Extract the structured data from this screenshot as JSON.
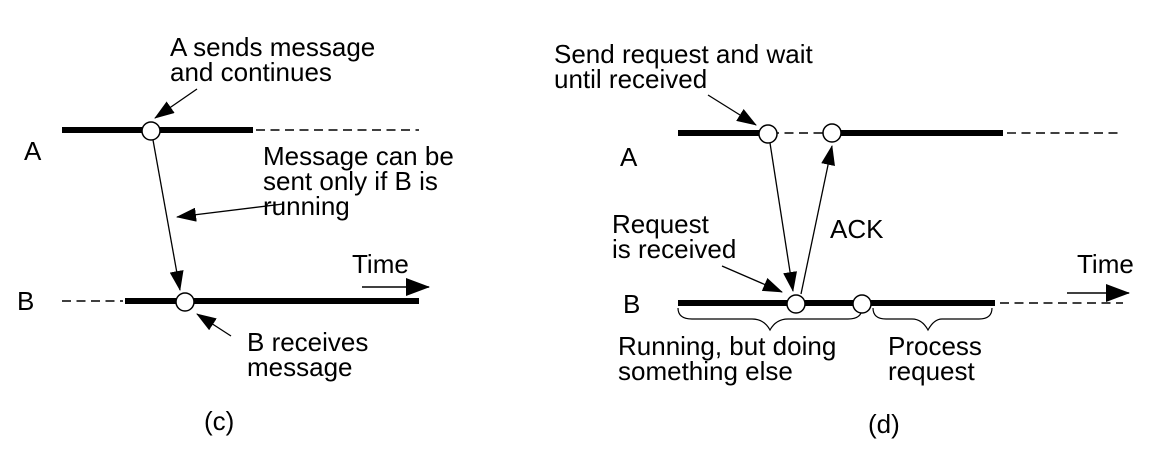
{
  "colors": {
    "ink": "#000000",
    "background": "#ffffff"
  },
  "panel_c": {
    "caption": "(c)",
    "process_a": "A",
    "process_b": "B",
    "time_label": "Time",
    "note_send": "A sends message\nand continues",
    "note_condition": "Message can be\nsent only if B is\nrunning",
    "note_receive": "B receives\nmessage"
  },
  "panel_d": {
    "caption": "(d)",
    "process_a": "A",
    "process_b": "B",
    "time_label": "Time",
    "note_send": "Send request and wait\nuntil received",
    "note_received": "Request\nis received",
    "note_ack": "ACK",
    "note_running": "Running, but  doing\nsomething else",
    "note_process": "Process\nrequest"
  }
}
